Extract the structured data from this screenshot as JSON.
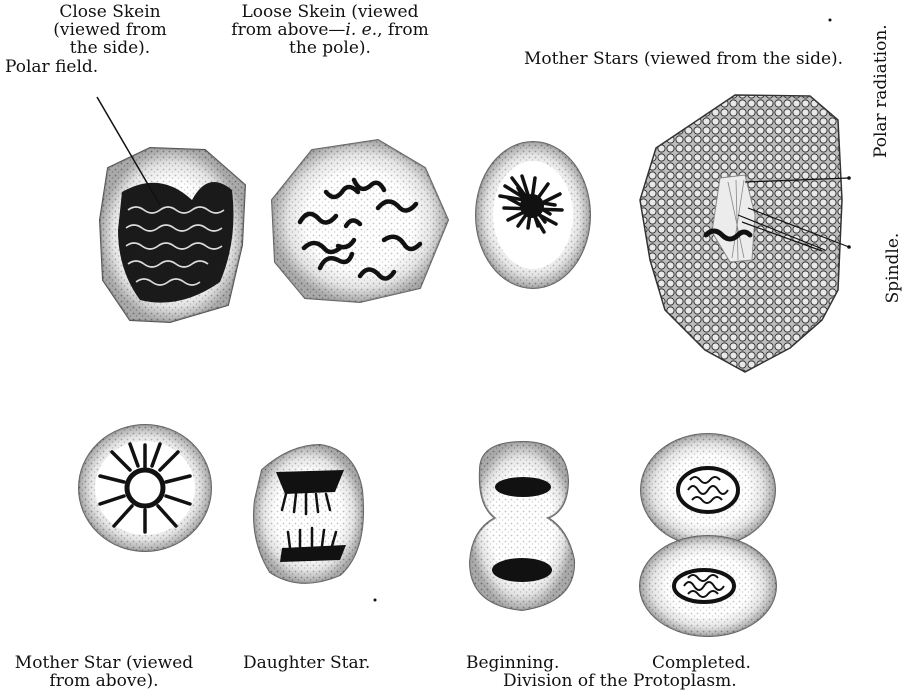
{
  "labels": {
    "close_skein": [
      "Close Skein",
      "(viewed from",
      "the side)."
    ],
    "polar_field": "Polar field.",
    "loose_skein": [
      "Loose Skein (viewed",
      "from above—",
      "i. e.",
      ", from",
      "the pole)."
    ],
    "mother_stars_side": "Mother Stars (viewed from the side).",
    "polar_radiation": [
      "Polar",
      "radiation."
    ],
    "spindle": "Spindle.",
    "mother_star_above": [
      "Mother Star (viewed",
      "from above)."
    ],
    "daughter_star": "Daughter Star.",
    "beginning": "Beginning.",
    "completed": "Completed.",
    "division_caption": "Division of the Protoplasm."
  }
}
